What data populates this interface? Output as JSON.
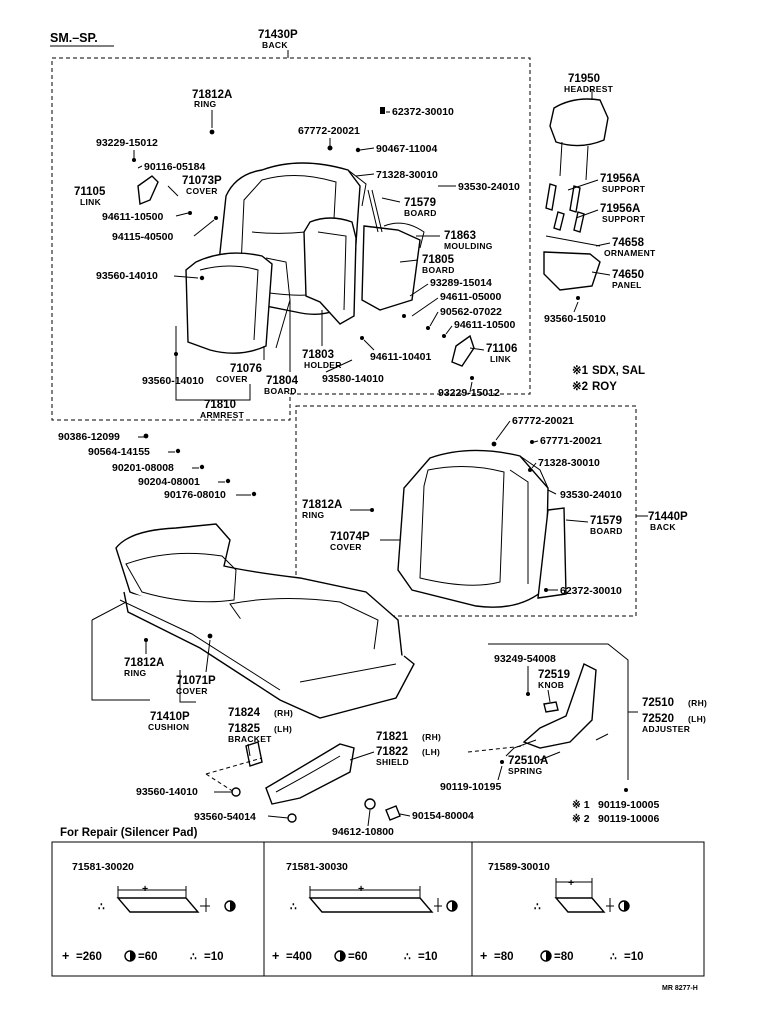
{
  "header": {
    "model": "SM.–SP."
  },
  "groups": [
    {
      "part": "71430P",
      "desc": "BACK"
    },
    {
      "part": "71440P",
      "desc": "BACK"
    },
    {
      "part": "71810",
      "desc": "ARMREST"
    },
    {
      "part": "71410P",
      "desc": "CUSHION"
    }
  ],
  "labels": [
    {
      "id": "l71812A_top",
      "part": "71812A",
      "desc": "RING"
    },
    {
      "id": "l62372_top",
      "part": "62372-30010",
      "desc": ""
    },
    {
      "id": "l67772_top",
      "part": "67772-20021",
      "desc": ""
    },
    {
      "id": "l90467",
      "part": "90467-11004",
      "desc": ""
    },
    {
      "id": "l93229_a",
      "part": "93229-15012",
      "desc": ""
    },
    {
      "id": "l90116",
      "part": "90116-05184",
      "desc": ""
    },
    {
      "id": "l71073P",
      "part": "71073P",
      "desc": "COVER"
    },
    {
      "id": "l71105",
      "part": "71105",
      "desc": "LINK"
    },
    {
      "id": "l71328_top",
      "part": "71328-30010",
      "desc": ""
    },
    {
      "id": "l93530_top",
      "part": "93530-24010",
      "desc": ""
    },
    {
      "id": "l71579_top",
      "part": "71579",
      "desc": "BOARD"
    },
    {
      "id": "l94611_10500a",
      "part": "94611-10500",
      "desc": ""
    },
    {
      "id": "l94115",
      "part": "94115-40500",
      "desc": ""
    },
    {
      "id": "l71863",
      "part": "71863",
      "desc": "MOULDING"
    },
    {
      "id": "l71805",
      "part": "71805",
      "desc": "BOARD"
    },
    {
      "id": "l93560_a",
      "part": "93560-14010",
      "desc": ""
    },
    {
      "id": "l93289",
      "part": "93289-15014",
      "desc": ""
    },
    {
      "id": "l94611_05000",
      "part": "94611-05000",
      "desc": ""
    },
    {
      "id": "l90562",
      "part": "90562-07022",
      "desc": ""
    },
    {
      "id": "l94611_10500b",
      "part": "94611-10500",
      "desc": ""
    },
    {
      "id": "l71803",
      "part": "71803",
      "desc": "HOLDER"
    },
    {
      "id": "l94611_10401",
      "part": "94611-10401",
      "desc": ""
    },
    {
      "id": "l71106",
      "part": "71106",
      "desc": "LINK"
    },
    {
      "id": "l93580",
      "part": "93580-14010",
      "desc": ""
    },
    {
      "id": "l71076",
      "part": "71076",
      "desc": "COVER"
    },
    {
      "id": "l71804",
      "part": "71804",
      "desc": "BOARD"
    },
    {
      "id": "l93560_b",
      "part": "93560-14010",
      "desc": ""
    },
    {
      "id": "l93229_b",
      "part": "93229-15012",
      "desc": ""
    },
    {
      "id": "l71950",
      "part": "71950",
      "desc": "HEADREST"
    },
    {
      "id": "l71956A_1",
      "part": "71956A",
      "desc": "SUPPORT"
    },
    {
      "id": "l71956A_2",
      "part": "71956A",
      "desc": "SUPPORT"
    },
    {
      "id": "l74658",
      "part": "74658",
      "desc": "ORNAMENT"
    },
    {
      "id": "l74650",
      "part": "74650",
      "desc": "PANEL"
    },
    {
      "id": "l93560_15010",
      "part": "93560-15010",
      "desc": ""
    },
    {
      "id": "l90386",
      "part": "90386-12099",
      "desc": ""
    },
    {
      "id": "l90564",
      "part": "90564-14155",
      "desc": ""
    },
    {
      "id": "l90201",
      "part": "90201-08008",
      "desc": ""
    },
    {
      "id": "l90204",
      "part": "90204-08001",
      "desc": ""
    },
    {
      "id": "l90176",
      "part": "90176-08010",
      "desc": ""
    },
    {
      "id": "l67772_mid",
      "part": "67772-20021",
      "desc": ""
    },
    {
      "id": "l67771",
      "part": "67771-20021",
      "desc": ""
    },
    {
      "id": "l71328_mid",
      "part": "71328-30010",
      "desc": ""
    },
    {
      "id": "l93530_mid",
      "part": "93530-24010",
      "desc": ""
    },
    {
      "id": "l71812A_mid",
      "part": "71812A",
      "desc": "RING"
    },
    {
      "id": "l71074P",
      "part": "71074P",
      "desc": "COVER"
    },
    {
      "id": "l71579_mid",
      "part": "71579",
      "desc": "BOARD"
    },
    {
      "id": "l62372_mid",
      "part": "62372-30010",
      "desc": ""
    },
    {
      "id": "l71812A_low",
      "part": "71812A",
      "desc": "RING"
    },
    {
      "id": "l71071P",
      "part": "71071P",
      "desc": "COVER"
    },
    {
      "id": "l71824",
      "part": "71824",
      "desc": "(RH)"
    },
    {
      "id": "l71825",
      "part": "71825",
      "desc": "(LH)"
    },
    {
      "id": "l71821",
      "part": "71821",
      "desc": "(RH)"
    },
    {
      "id": "l71822",
      "part": "71822",
      "desc": "(LH)"
    },
    {
      "id": "l93249",
      "part": "93249-54008",
      "desc": ""
    },
    {
      "id": "l72519",
      "part": "72519",
      "desc": "KNOB"
    },
    {
      "id": "l72510",
      "part": "72510",
      "desc": "(RH)"
    },
    {
      "id": "l72520",
      "part": "72520",
      "desc": "(LH)"
    },
    {
      "id": "l72510A",
      "part": "72510A",
      "desc": "SPRING"
    },
    {
      "id": "l90119_10195",
      "part": "90119-10195",
      "desc": ""
    },
    {
      "id": "l93560_14010c",
      "part": "93560-14010",
      "desc": ""
    },
    {
      "id": "l93560_54014",
      "part": "93560-54014",
      "desc": ""
    },
    {
      "id": "l94612",
      "part": "94612-10800",
      "desc": ""
    },
    {
      "id": "l90154",
      "part": "90154-80004",
      "desc": ""
    }
  ],
  "extra_desc": {
    "bracket": "BRACKET",
    "shield": "SHIELD",
    "adjuster": "ADJUSTER"
  },
  "notes": [
    {
      "mark": "※1",
      "text": "SDX, SAL"
    },
    {
      "mark": "※2",
      "text": "ROY"
    }
  ],
  "footnotes": [
    {
      "mark": "※ 1",
      "part": "90119-10005"
    },
    {
      "mark": "※ 2",
      "part": "90119-10006"
    }
  ],
  "repair": {
    "title": "For Repair (Silencer Pad)",
    "panels": [
      {
        "part": "71581-30020",
        "length": "=260",
        "thickness": "=60",
        "qty": "=10"
      },
      {
        "part": "71581-30030",
        "length": "=400",
        "thickness": "=60",
        "qty": "=10"
      },
      {
        "part": "71589-30010",
        "length": "=80",
        "thickness": "=80",
        "qty": "=10"
      }
    ]
  },
  "footer": {
    "ref": "MR 8277-H"
  }
}
